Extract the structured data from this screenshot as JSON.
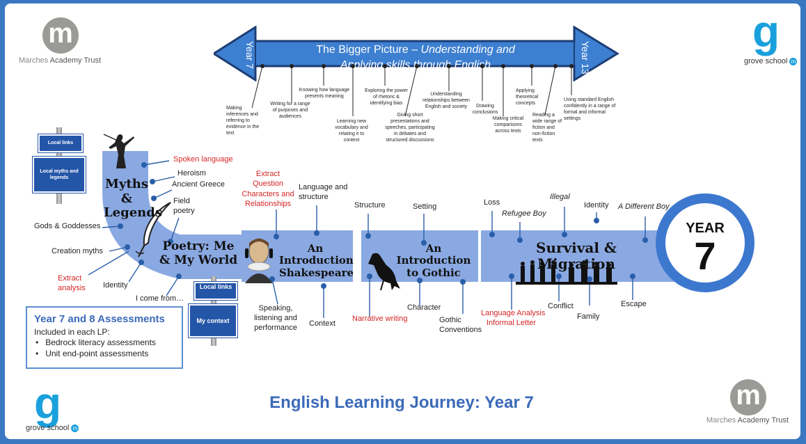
{
  "logos": {
    "marches_letter": "m",
    "marches_name_part1": "Marches",
    "marches_name_part2": " Academy Trust",
    "grove_letter": "g",
    "grove_name": "grove school",
    "grove_badge": "m"
  },
  "arrow": {
    "left_label": "Year 7",
    "right_label": "Year 13",
    "title_plain": "The Bigger Picture – ",
    "title_italic_1": "Understanding and",
    "title_italic_2": "Applying skills through English"
  },
  "skills": [
    "Making inferences and referring to evidence in the text",
    "Writing for a range of purposes and audiences",
    "Knowing how language presents meaning",
    "Learning new vocabulary and relating it to context",
    "Exploring the power of rhetoric & identifying bias",
    "Giving short presentations and speeches, participating in debates and structured discussions",
    "Understanding relationships between English and society",
    "Drawing conclusions",
    "Making critical comparisons across texts",
    "Applying theoretical concepts",
    "Reading a wide range of fiction and non-fiction texts",
    "Using standard English confidently in a range of formal and informal settings"
  ],
  "signs": {
    "local_links": "Local links",
    "local_myths": "Local myths and legends",
    "local_links_2": "Local links",
    "my_context": "My context"
  },
  "units": {
    "myths": "Myths & Legends",
    "poetry": "Poetry: Me & My World",
    "shakespeare": "An Introduction Shakespeare",
    "gothic": "An Introduction to Gothic",
    "survival": "Survival & Migration"
  },
  "labels": {
    "spoken_language": "Spoken language",
    "heroism": "Heroism",
    "ancient_greece": "Ancient Greece",
    "field_poetry": "Field poetry",
    "gods": "Gods & Goddesses",
    "creation_myths": "Creation myths",
    "extract_analysis": "Extract analysis",
    "identity_1": "Identity",
    "i_come_from": "I come from…",
    "extract_question": "Extract Question",
    "characters_relationships": "Characters and Relationships",
    "language_structure": "Language and structure",
    "speaking": "Speaking, listening and performance",
    "context": "Context",
    "structure": "Structure",
    "setting": "Setting",
    "narrative_writing": "Narrative writing",
    "character": "Character",
    "gothic_conventions": "Gothic Conventions",
    "loss": "Loss",
    "refugee_boy": "Refugee Boy",
    "illegal": "Illegal",
    "identity_2": "Identity",
    "different_boy": "A Different Boy",
    "language_analysis": "Language Analysis",
    "informal_letter": "Informal Letter",
    "conflict": "Conflict",
    "family": "Family",
    "escape": "Escape"
  },
  "year_badge": {
    "word": "YEAR",
    "number": "7"
  },
  "assessments": {
    "title": "Year 7 and 8 Assessments",
    "intro": "Included in each LP:",
    "items": [
      "Bedrock literacy assessments",
      "Unit end-point assessments"
    ]
  },
  "footer_title": "English Learning Journey: Year 7",
  "colors": {
    "frame": "#3a78c2",
    "arrow_fill": "#3d7fd0",
    "path_fill": "#8aa9e2",
    "badge_ring": "#3d78cf",
    "label_red": "#d32424",
    "footer_text": "#3b6ab8"
  }
}
